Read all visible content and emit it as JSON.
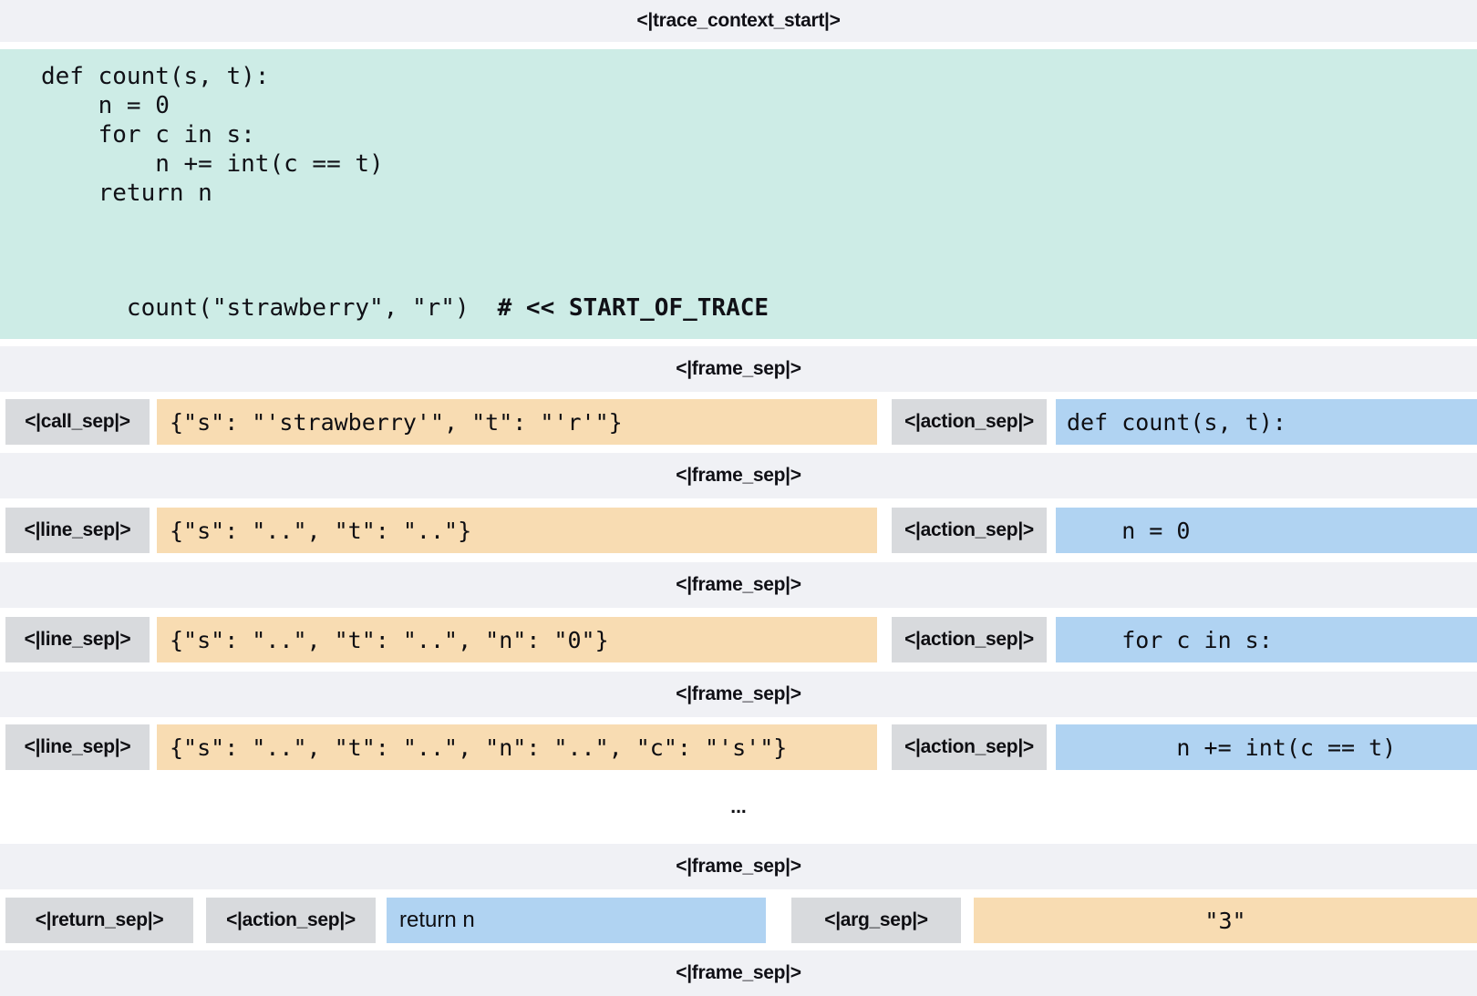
{
  "colors": {
    "band_bg": "#f0f1f5",
    "code_block_bg": "#cdece6",
    "sep_chip_bg": "#d8dadd",
    "locals_chip_bg": "#f8dcb2",
    "action_chip_bg": "#b0d3f2",
    "text": "#101016"
  },
  "header": {
    "token": "<|trace_context_start|>"
  },
  "code_block": {
    "lines": [
      "def count(s, t):",
      "    n = 0",
      "    for c in s:",
      "        n += int(c == t)",
      "    return n"
    ],
    "call_line": "count(\"strawberry\", \"r\")",
    "call_comment": "# << START_OF_TRACE"
  },
  "frame_sep_token": "<|frame_sep|>",
  "ellipsis": "...",
  "frames": [
    {
      "sep": "<|call_sep|>",
      "locals": "{\"s\": \"'strawberry'\", \"t\": \"'r'\"}",
      "action_sep": "<|action_sep|>",
      "action": "def count(s, t):"
    },
    {
      "sep": "<|line_sep|>",
      "locals": "{\"s\": \"..\", \"t\": \"..\"}",
      "action_sep": "<|action_sep|>",
      "action": "    n = 0"
    },
    {
      "sep": "<|line_sep|>",
      "locals": "{\"s\": \"..\", \"t\": \"..\", \"n\": \"0\"}",
      "action_sep": "<|action_sep|>",
      "action": "    for c in s:"
    },
    {
      "sep": "<|line_sep|>",
      "locals": "{\"s\": \"..\", \"t\": \"..\", \"n\": \"..\", \"c\": \"'s'\"}",
      "action_sep": "<|action_sep|>",
      "action": "        n += int(c == t)"
    }
  ],
  "return_frame": {
    "return_sep": "<|return_sep|>",
    "action_sep": "<|action_sep|>",
    "action": "return n",
    "arg_sep": "<|arg_sep|>",
    "value": "\"3\""
  }
}
